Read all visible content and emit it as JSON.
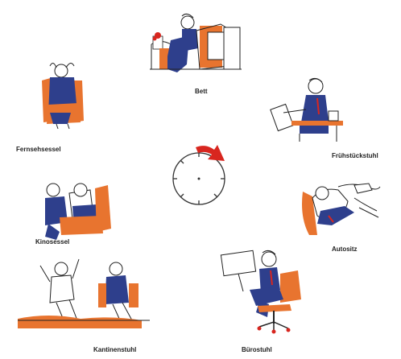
{
  "stations": [
    {
      "id": "bett",
      "label": "Bett"
    },
    {
      "id": "fruehstueck",
      "label": "Frühstückstuhl"
    },
    {
      "id": "autositz",
      "label": "Autositz"
    },
    {
      "id": "buero",
      "label": "Bürostuhl"
    },
    {
      "id": "kantine",
      "label": "Kantinenstuhl"
    },
    {
      "id": "kino",
      "label": "Kinosessel"
    },
    {
      "id": "fernseh",
      "label": "Fernsehsessel"
    }
  ],
  "colors": {
    "figure_blue": "#2e3f8c",
    "chair_orange": "#e8742f",
    "clock_arrow": "#d8261f",
    "line": "#222222"
  }
}
